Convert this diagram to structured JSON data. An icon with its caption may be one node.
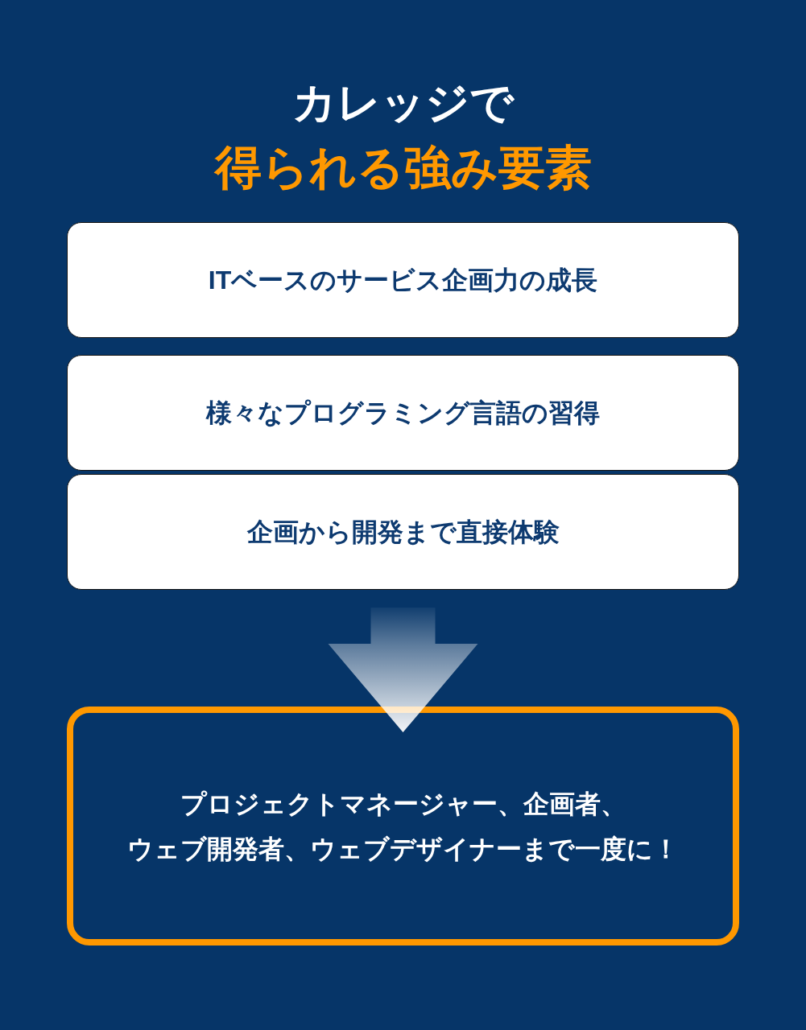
{
  "diagram": {
    "title": "カレッジで",
    "labels": [
      "得られる強み要素"
    ],
    "nodes": [
      {
        "text": [
          "ITベースのサービス企画力の成長"
        ]
      },
      {
        "text": [
          "様々なプログラミング言語の習得"
        ]
      },
      {
        "text": [
          "企画から開発まで直接体験"
        ]
      },
      {
        "text": [
          "プロジェクトマネージャー、企画者、ウェブ開発者、ウェブデザイナーまで一度に！"
        ]
      }
    ],
    "edges": [
      {
        "from": 2,
        "to": 3,
        "arrow": "to",
        "style": "thick"
      }
    ]
  }
}
